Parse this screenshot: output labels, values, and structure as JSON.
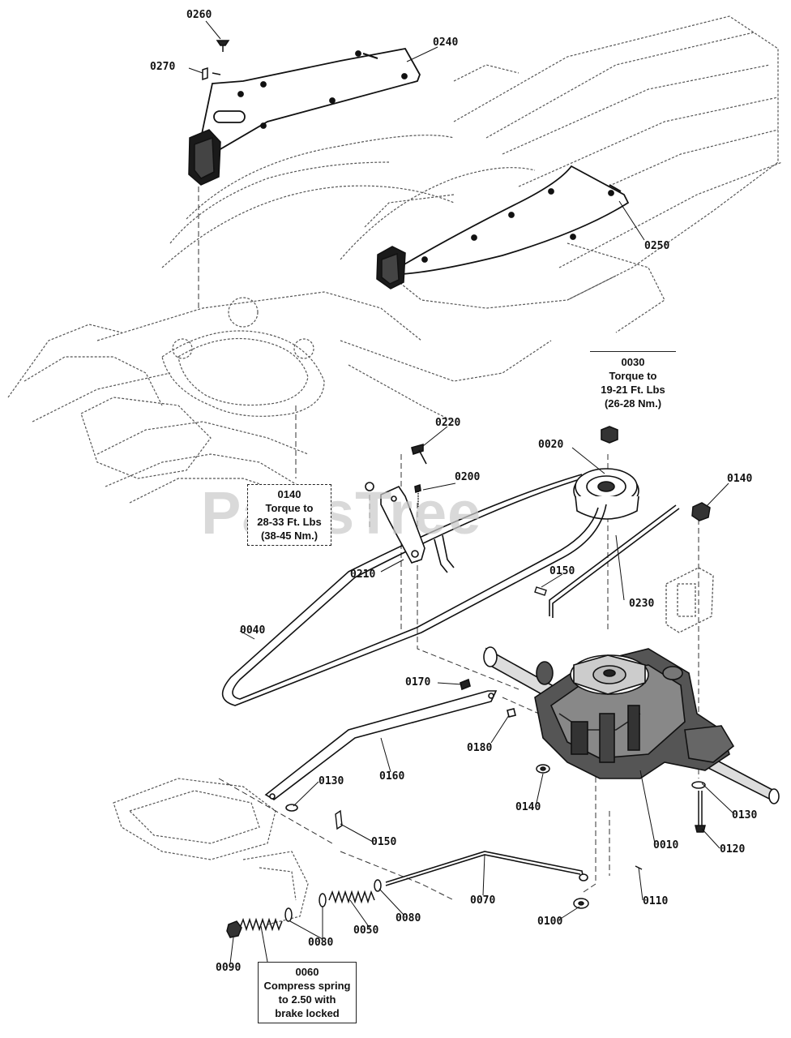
{
  "watermark": "PartsTree",
  "callouts": {
    "p0260": "0260",
    "p0270": "0270",
    "p0240": "0240",
    "p0250": "0250",
    "p0220": "0220",
    "p0200": "0200",
    "p0020": "0020",
    "p0140_top": "0140",
    "p0210": "0210",
    "p0150_top": "0150",
    "p0230": "0230",
    "p0040": "0040",
    "p0170": "0170",
    "p0180": "0180",
    "p0160": "0160",
    "p0130_left": "0130",
    "p0150_low": "0150",
    "p0140_low": "0140",
    "p0130_right": "0130",
    "p0010": "0010",
    "p0120": "0120",
    "p0070": "0070",
    "p0110": "0110",
    "p0100": "0100",
    "p0080_right": "0080",
    "p0050": "0050",
    "p0080_left": "0080",
    "p0090": "0090"
  },
  "notes": {
    "torque_0030": [
      "0030",
      "Torque to",
      "19-21 Ft. Lbs",
      "(26-28 Nm.)"
    ],
    "torque_0140": [
      "0140",
      "Torque to",
      "28-33 Ft. Lbs",
      "(38-45 Nm.)"
    ],
    "spring_0060": [
      "0060",
      "Compress spring",
      "to 2.50 with",
      "brake locked"
    ]
  }
}
